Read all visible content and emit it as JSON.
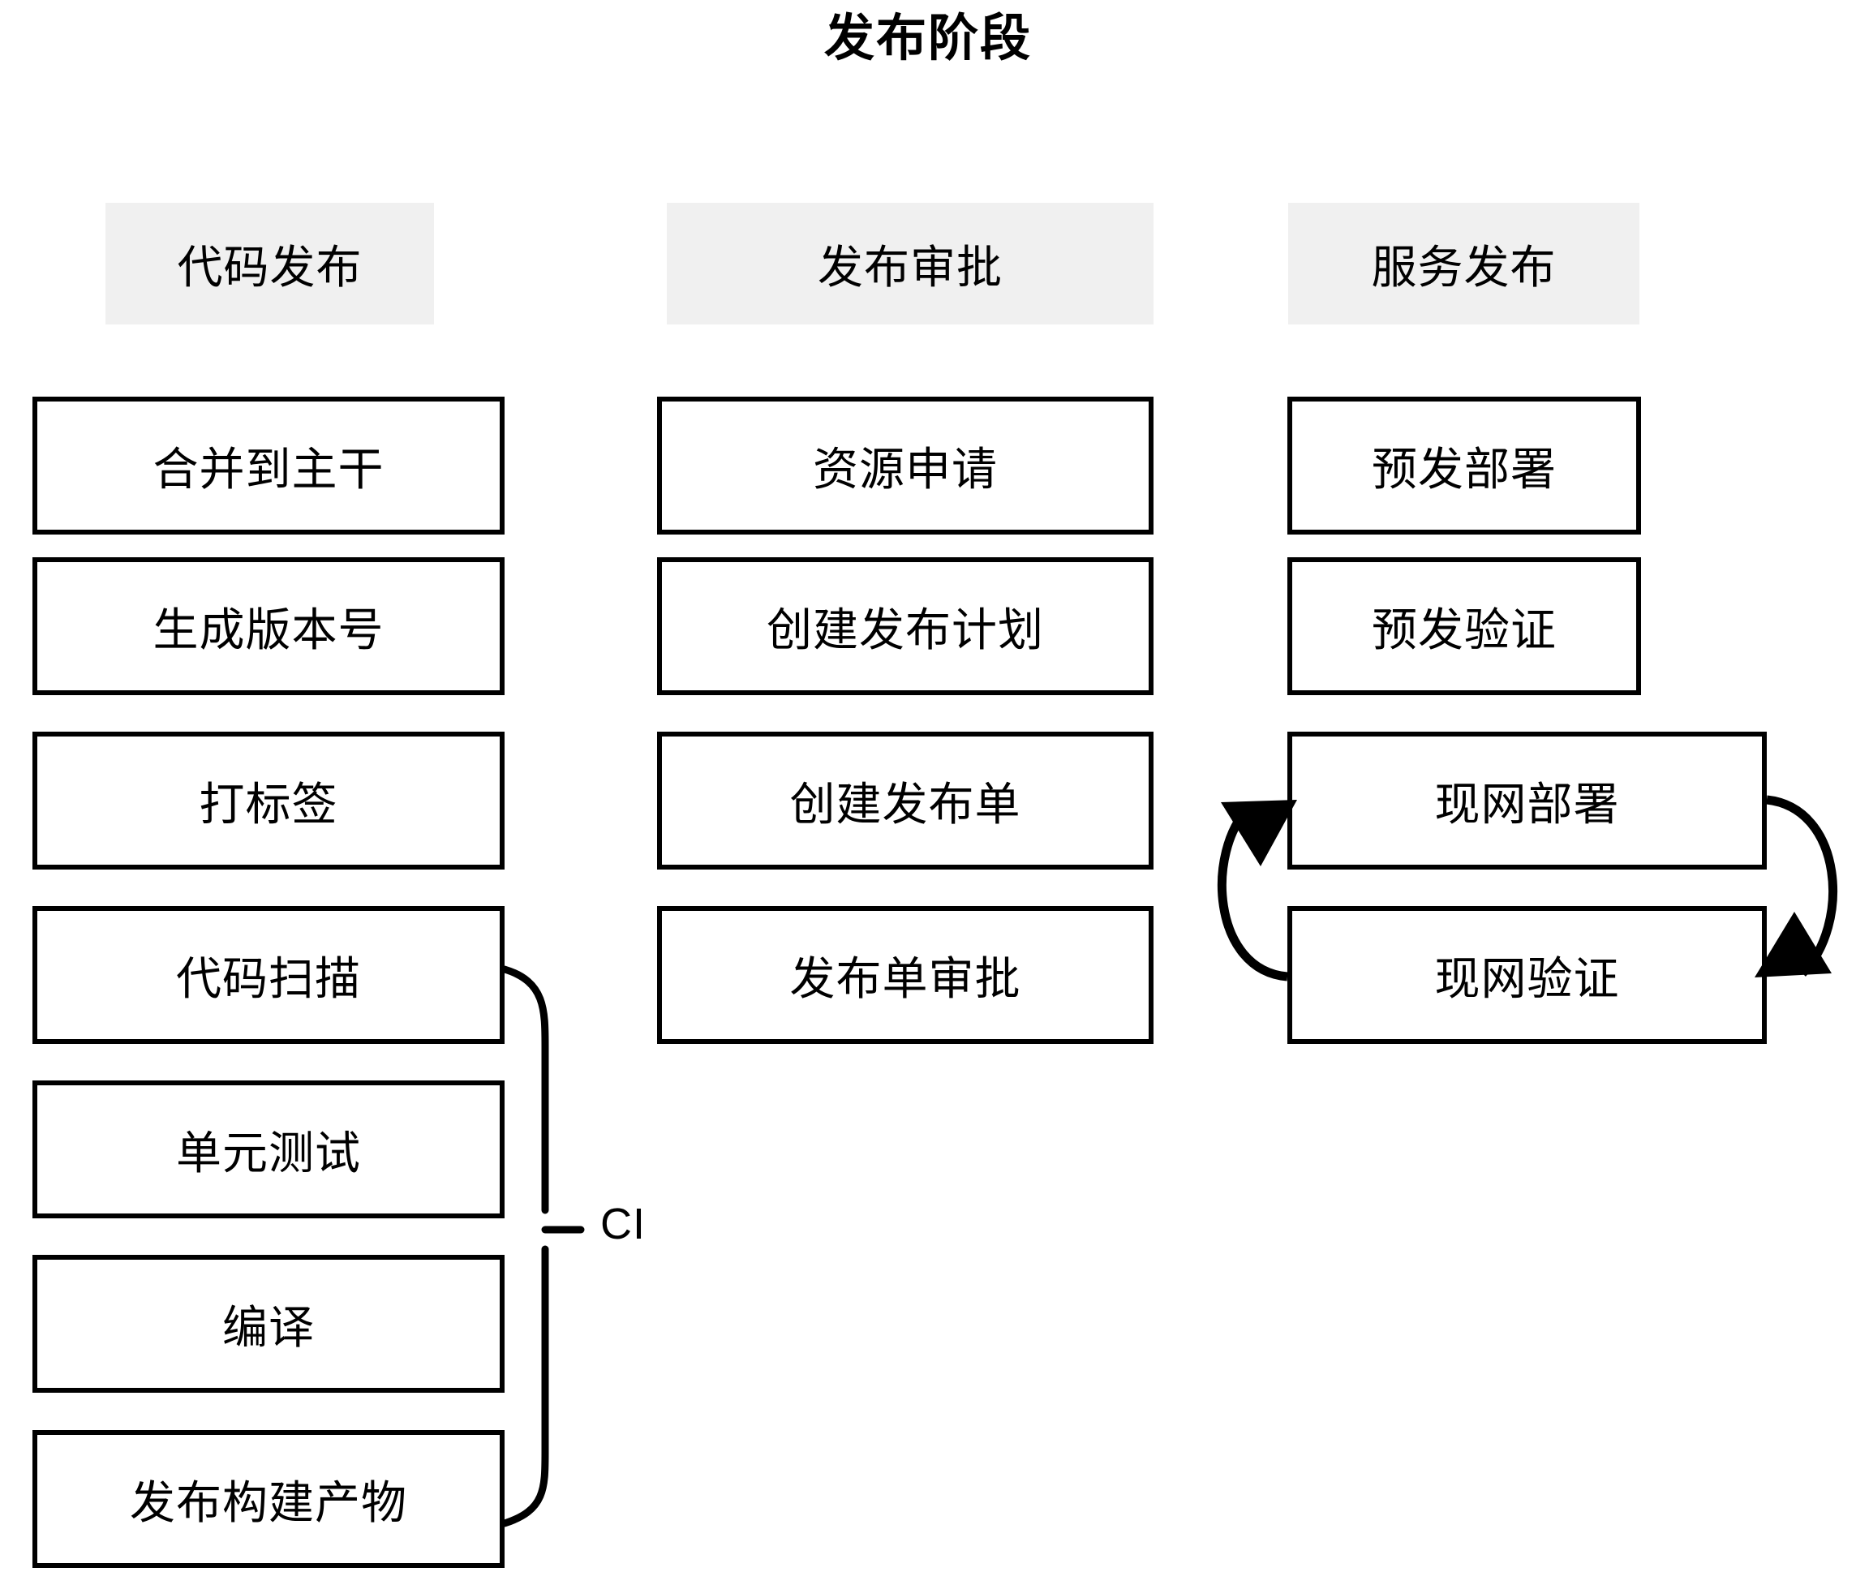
{
  "title": "发布阶段",
  "columns": [
    {
      "id": "code-release",
      "header": "代码发布",
      "steps": [
        "合并到主干",
        "生成版本号",
        "打标签",
        "代码扫描",
        "单元测试",
        "编译",
        "发布构建产物"
      ]
    },
    {
      "id": "release-approval",
      "header": "发布审批",
      "steps": [
        "资源申请",
        "创建发布计划",
        "创建发布单",
        "发布单审批"
      ]
    },
    {
      "id": "service-release",
      "header": "服务发布",
      "steps": [
        "预发部署",
        "预发验证",
        "现网部署",
        "现网验证"
      ]
    }
  ],
  "annotations": {
    "ci_bracket_label": "CI"
  },
  "colors": {
    "background": "#ffffff",
    "header_band": "#f0f0f0",
    "stroke": "#000000",
    "text": "#000000"
  }
}
